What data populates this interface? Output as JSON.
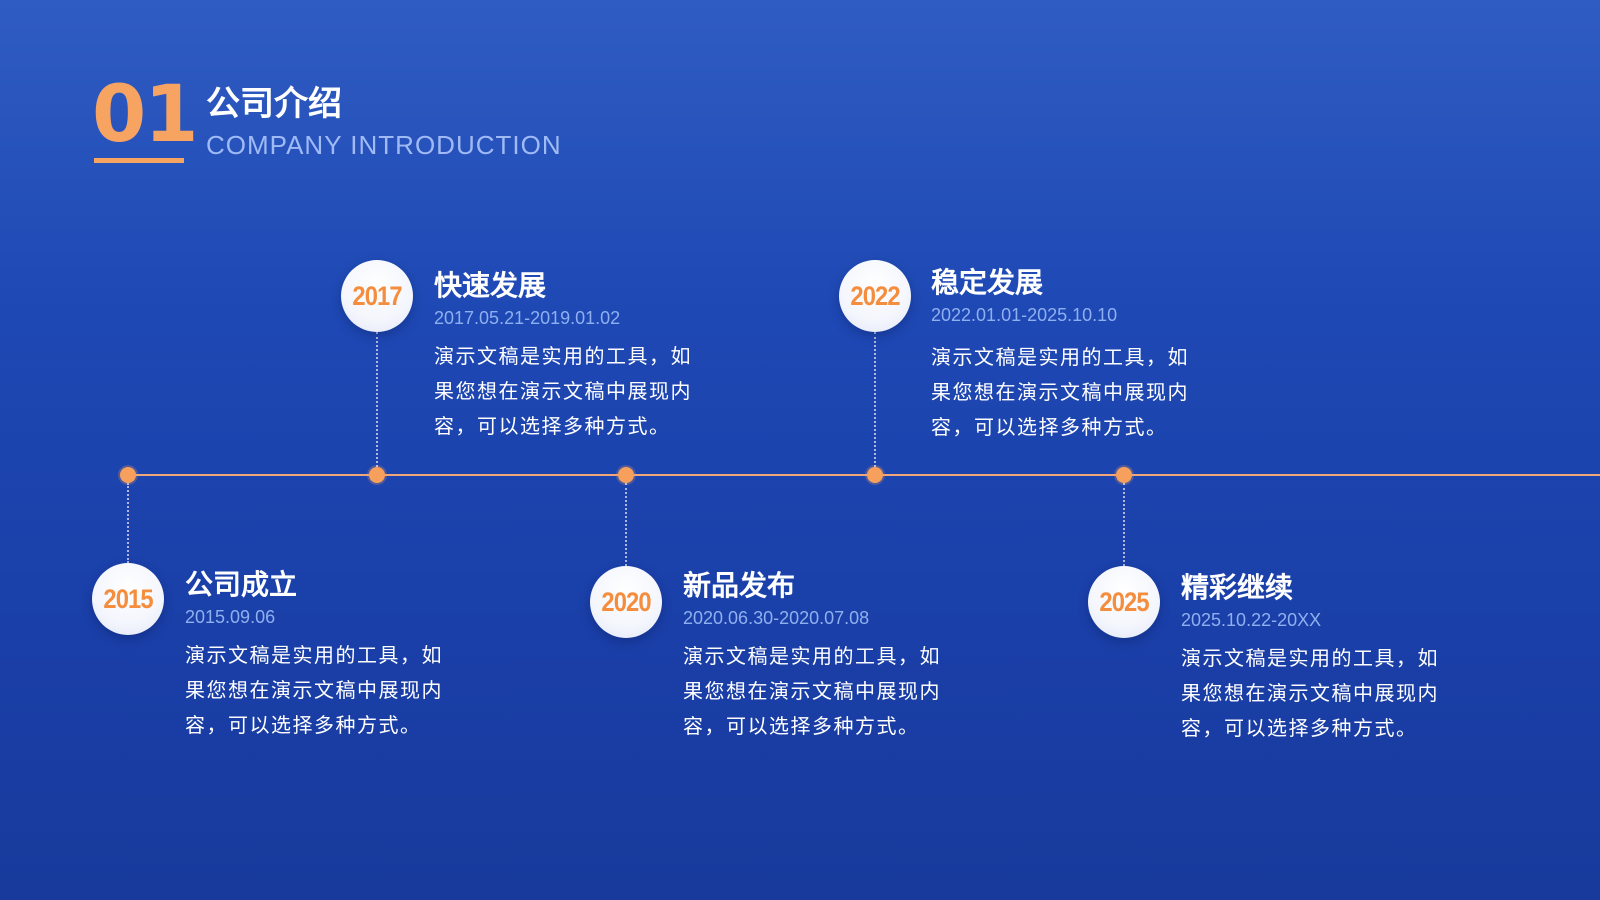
{
  "header": {
    "number": "01",
    "title": "公司介绍",
    "subtitle": "COMPANY INTRODUCTION"
  },
  "colors": {
    "accent": "#f7a362",
    "background": "#1e48b4",
    "subtitle": "#9fbaf5",
    "date": "#8fb0f0"
  },
  "milestones": [
    {
      "year": "2015",
      "title": "公司成立",
      "date": "2015.09.06",
      "desc_lines": [
        "演示文稿是实用的工具，如",
        "果您想在演示文稿中展现内",
        "容，可以选择多种方式。"
      ]
    },
    {
      "year": "2017",
      "title": "快速发展",
      "date": "2017.05.21-2019.01.02",
      "desc_lines": [
        "演示文稿是实用的工具，如",
        "果您想在演示文稿中展现内",
        "容，可以选择多种方式。"
      ]
    },
    {
      "year": "2020",
      "title": "新品发布",
      "date": "2020.06.30-2020.07.08",
      "desc_lines": [
        "演示文稿是实用的工具，如",
        "果您想在演示文稿中展现内",
        "容，可以选择多种方式。"
      ]
    },
    {
      "year": "2022",
      "title": "稳定发展",
      "date": "2022.01.01-2025.10.10",
      "desc_lines": [
        "演示文稿是实用的工具，如",
        "果您想在演示文稿中展现内",
        "容，可以选择多种方式。"
      ]
    },
    {
      "year": "2025",
      "title": "精彩继续",
      "date": "2025.10.22-20XX",
      "desc_lines": [
        "演示文稿是实用的工具，如",
        "果您想在演示文稿中展现内",
        "容，可以选择多种方式。"
      ]
    }
  ]
}
